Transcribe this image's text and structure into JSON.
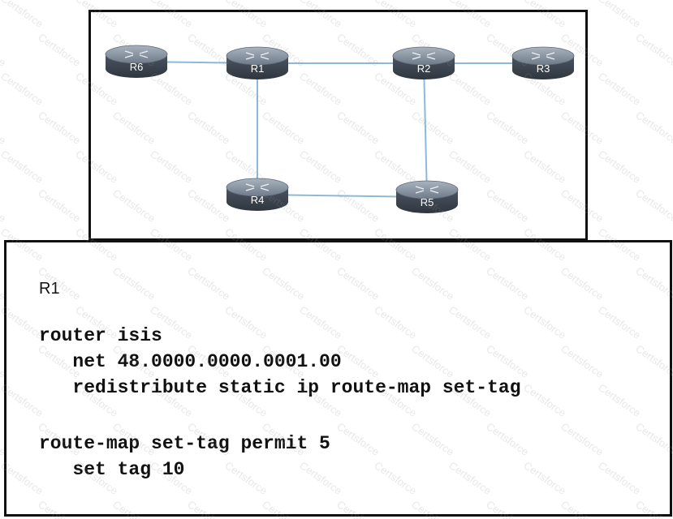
{
  "topology": {
    "routers": [
      {
        "id": "R6",
        "label": "R6"
      },
      {
        "id": "R1",
        "label": "R1"
      },
      {
        "id": "R2",
        "label": "R2"
      },
      {
        "id": "R3",
        "label": "R3"
      },
      {
        "id": "R4",
        "label": "R4"
      },
      {
        "id": "R5",
        "label": "R5"
      }
    ],
    "links": [
      [
        "R6",
        "R1"
      ],
      [
        "R1",
        "R2"
      ],
      [
        "R2",
        "R3"
      ],
      [
        "R1",
        "R4"
      ],
      [
        "R4",
        "R5"
      ],
      [
        "R2",
        "R5"
      ]
    ],
    "colors": {
      "link": "#8fb8d6",
      "router_body": "#5a6573",
      "router_top": "#8793a3"
    }
  },
  "config": {
    "device": "R1",
    "lines": [
      "router isis",
      "   net 48.0000.0000.0001.00",
      "   redistribute static ip route-map set-tag",
      "route-map set-tag permit 5",
      "   set tag 10"
    ]
  },
  "watermark": {
    "text": "Certsforce"
  }
}
